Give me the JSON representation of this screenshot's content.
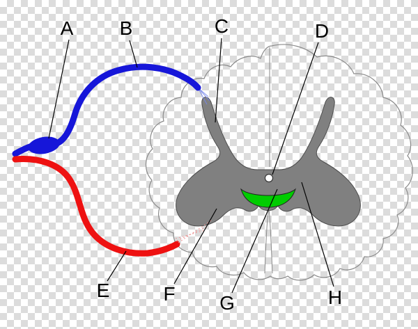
{
  "diagram": {
    "labels": {
      "a": "A",
      "b": "B",
      "c": "C",
      "d": "D",
      "e": "E",
      "f": "F",
      "g": "G",
      "h": "H"
    },
    "colors": {
      "sensory_neuron_blue": "#1616d9",
      "motor_neuron_red": "#ee1111",
      "gray_matter": "#808080",
      "gray_matter_stroke": "#4d4d4d",
      "commissure_green": "#00cc00",
      "cord_outline": "#8a8a8a",
      "leader_line": "#000000",
      "central_canal_fill": "#ffffff",
      "checker_light": "#ffffff",
      "checker_dark": "#dcdcdc"
    }
  }
}
